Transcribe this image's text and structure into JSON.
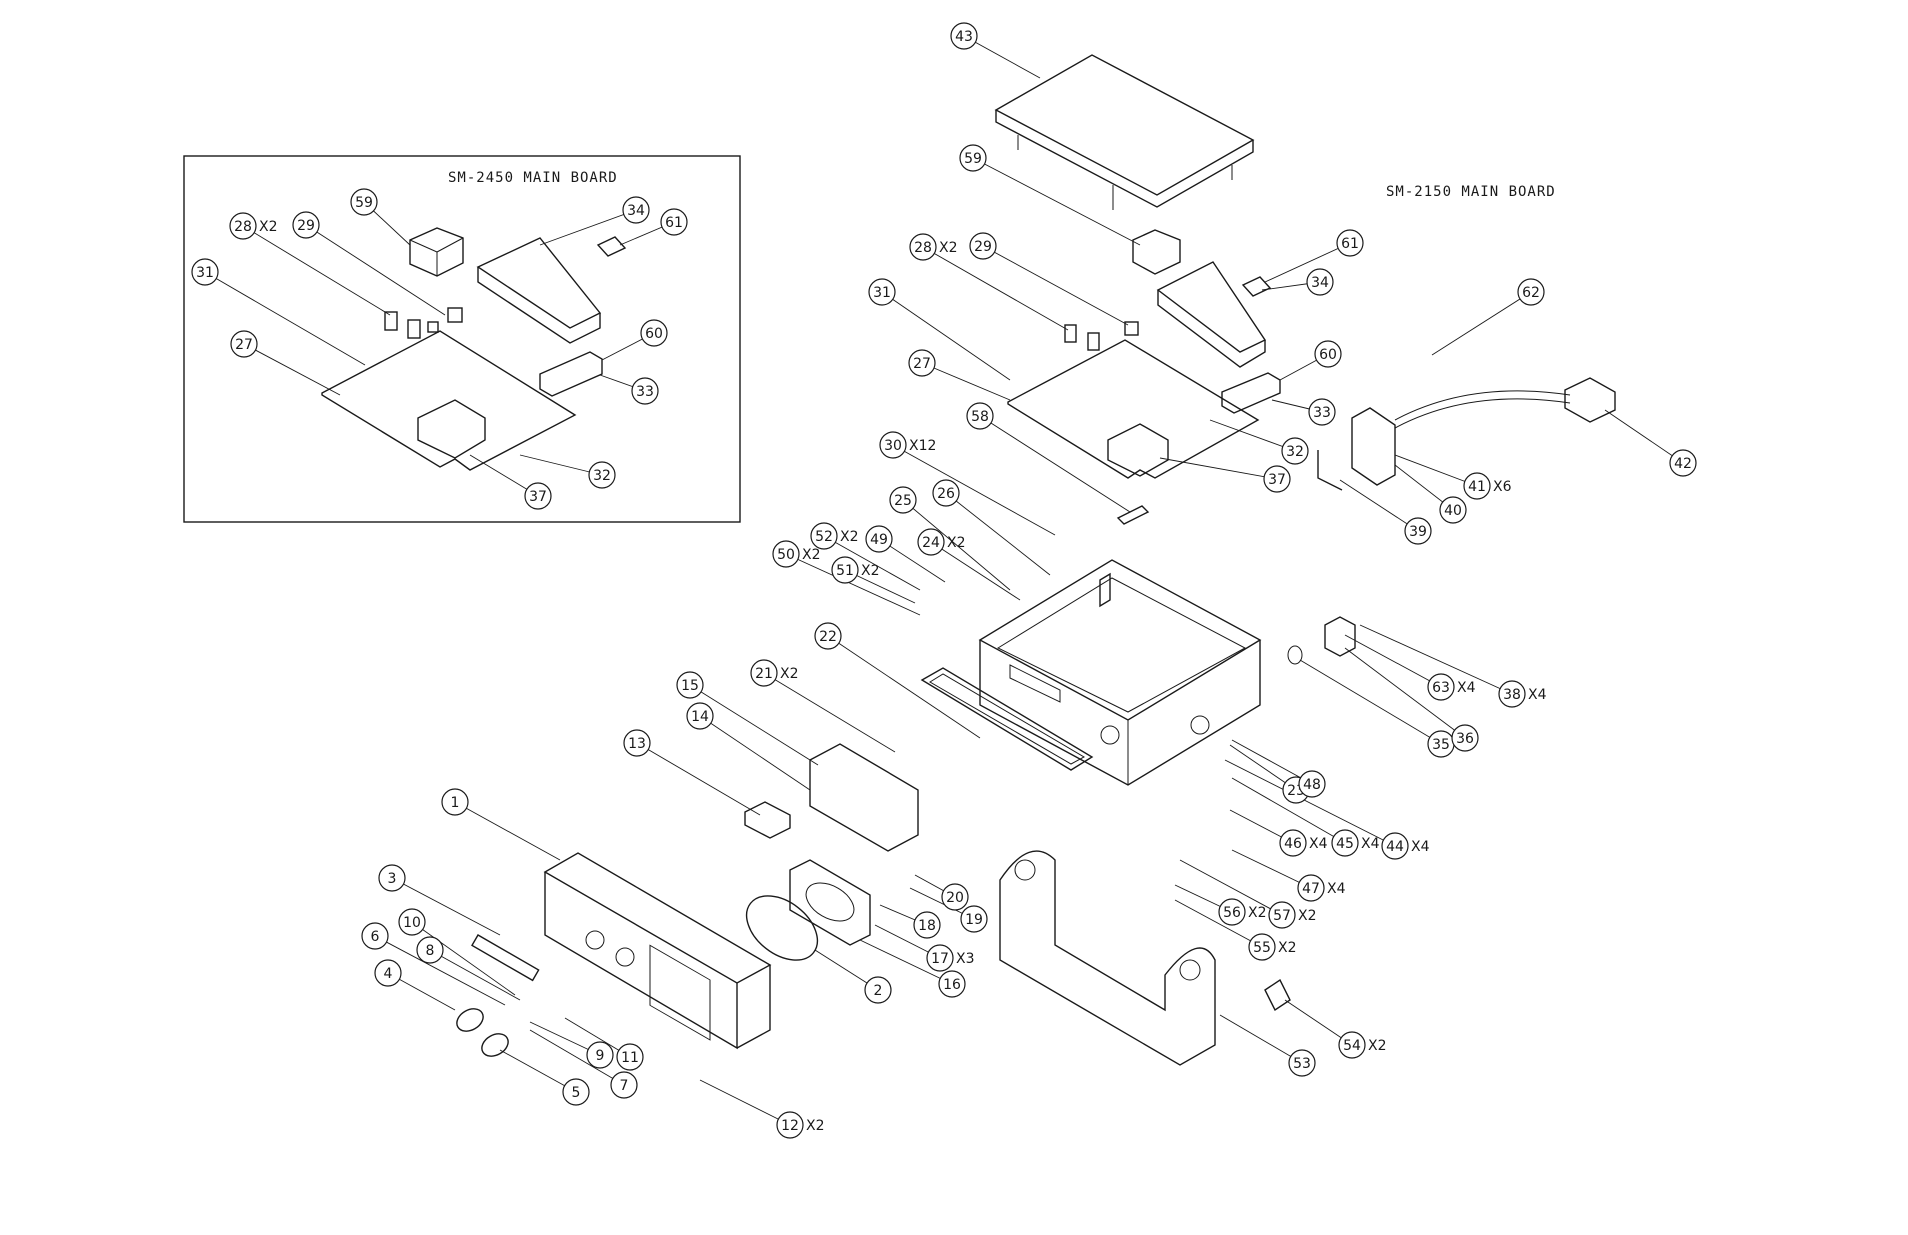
{
  "insets": [
    {
      "id": "sm2450",
      "title": "SM-2450 MAIN BOARD"
    },
    {
      "id": "sm2150",
      "title": "SM-2150 MAIN BOARD"
    }
  ],
  "callouts": [
    {
      "id": "c-1",
      "num": "1",
      "qty": ""
    },
    {
      "id": "c-2",
      "num": "2",
      "qty": ""
    },
    {
      "id": "c-3",
      "num": "3",
      "qty": ""
    },
    {
      "id": "c-4",
      "num": "4",
      "qty": ""
    },
    {
      "id": "c-5",
      "num": "5",
      "qty": ""
    },
    {
      "id": "c-6",
      "num": "6",
      "qty": ""
    },
    {
      "id": "c-7",
      "num": "7",
      "qty": ""
    },
    {
      "id": "c-8",
      "num": "8",
      "qty": ""
    },
    {
      "id": "c-9",
      "num": "9",
      "qty": ""
    },
    {
      "id": "c-10",
      "num": "10",
      "qty": ""
    },
    {
      "id": "c-11",
      "num": "11",
      "qty": ""
    },
    {
      "id": "c-12",
      "num": "12",
      "qty": "X2"
    },
    {
      "id": "c-13",
      "num": "13",
      "qty": ""
    },
    {
      "id": "c-14",
      "num": "14",
      "qty": ""
    },
    {
      "id": "c-15",
      "num": "15",
      "qty": ""
    },
    {
      "id": "c-16",
      "num": "16",
      "qty": ""
    },
    {
      "id": "c-17",
      "num": "17",
      "qty": "X3"
    },
    {
      "id": "c-18",
      "num": "18",
      "qty": ""
    },
    {
      "id": "c-19",
      "num": "19",
      "qty": ""
    },
    {
      "id": "c-20",
      "num": "20",
      "qty": ""
    },
    {
      "id": "c-21",
      "num": "21",
      "qty": "X2"
    },
    {
      "id": "c-22",
      "num": "22",
      "qty": ""
    },
    {
      "id": "c-23",
      "num": "23",
      "qty": ""
    },
    {
      "id": "c-24",
      "num": "24",
      "qty": "X2"
    },
    {
      "id": "c-25",
      "num": "25",
      "qty": ""
    },
    {
      "id": "c-26",
      "num": "26",
      "qty": ""
    },
    {
      "id": "c-27a",
      "num": "27",
      "qty": ""
    },
    {
      "id": "c-28a",
      "num": "28",
      "qty": "X2"
    },
    {
      "id": "c-29a",
      "num": "29",
      "qty": ""
    },
    {
      "id": "c-30",
      "num": "30",
      "qty": "X12"
    },
    {
      "id": "c-31a",
      "num": "31",
      "qty": ""
    },
    {
      "id": "c-32a",
      "num": "32",
      "qty": ""
    },
    {
      "id": "c-33a",
      "num": "33",
      "qty": ""
    },
    {
      "id": "c-34a",
      "num": "34",
      "qty": ""
    },
    {
      "id": "c-35",
      "num": "35",
      "qty": ""
    },
    {
      "id": "c-36",
      "num": "36",
      "qty": ""
    },
    {
      "id": "c-37a",
      "num": "37",
      "qty": ""
    },
    {
      "id": "c-38",
      "num": "38",
      "qty": "X4"
    },
    {
      "id": "c-39",
      "num": "39",
      "qty": ""
    },
    {
      "id": "c-40",
      "num": "40",
      "qty": ""
    },
    {
      "id": "c-41",
      "num": "41",
      "qty": "X6"
    },
    {
      "id": "c-42",
      "num": "42",
      "qty": ""
    },
    {
      "id": "c-43",
      "num": "43",
      "qty": ""
    },
    {
      "id": "c-44",
      "num": "44",
      "qty": "X4"
    },
    {
      "id": "c-45",
      "num": "45",
      "qty": "X4"
    },
    {
      "id": "c-46",
      "num": "46",
      "qty": "X4"
    },
    {
      "id": "c-47",
      "num": "47",
      "qty": "X4"
    },
    {
      "id": "c-48",
      "num": "48",
      "qty": ""
    },
    {
      "id": "c-49",
      "num": "49",
      "qty": ""
    },
    {
      "id": "c-50",
      "num": "50",
      "qty": "X2"
    },
    {
      "id": "c-51",
      "num": "51",
      "qty": "X2"
    },
    {
      "id": "c-52",
      "num": "52",
      "qty": "X2"
    },
    {
      "id": "c-53",
      "num": "53",
      "qty": ""
    },
    {
      "id": "c-54",
      "num": "54",
      "qty": "X2"
    },
    {
      "id": "c-55",
      "num": "55",
      "qty": "X2"
    },
    {
      "id": "c-56",
      "num": "56",
      "qty": "X2"
    },
    {
      "id": "c-57",
      "num": "57",
      "qty": "X2"
    },
    {
      "id": "c-58",
      "num": "58",
      "qty": ""
    },
    {
      "id": "c-59a",
      "num": "59",
      "qty": ""
    },
    {
      "id": "c-60a",
      "num": "60",
      "qty": ""
    },
    {
      "id": "c-61a",
      "num": "61",
      "qty": ""
    },
    {
      "id": "c-62",
      "num": "62",
      "qty": ""
    },
    {
      "id": "c-63",
      "num": "63",
      "qty": "X4"
    },
    {
      "id": "c-27b",
      "num": "27",
      "qty": ""
    },
    {
      "id": "c-28b",
      "num": "28",
      "qty": "X2"
    },
    {
      "id": "c-29b",
      "num": "29",
      "qty": ""
    },
    {
      "id": "c-31b",
      "num": "31",
      "qty": ""
    },
    {
      "id": "c-32b",
      "num": "32",
      "qty": ""
    },
    {
      "id": "c-33b",
      "num": "33",
      "qty": ""
    },
    {
      "id": "c-34b",
      "num": "34",
      "qty": ""
    },
    {
      "id": "c-37b",
      "num": "37",
      "qty": ""
    },
    {
      "id": "c-59b",
      "num": "59",
      "qty": ""
    },
    {
      "id": "c-60b",
      "num": "60",
      "qty": ""
    },
    {
      "id": "c-61b",
      "num": "61",
      "qty": ""
    }
  ]
}
